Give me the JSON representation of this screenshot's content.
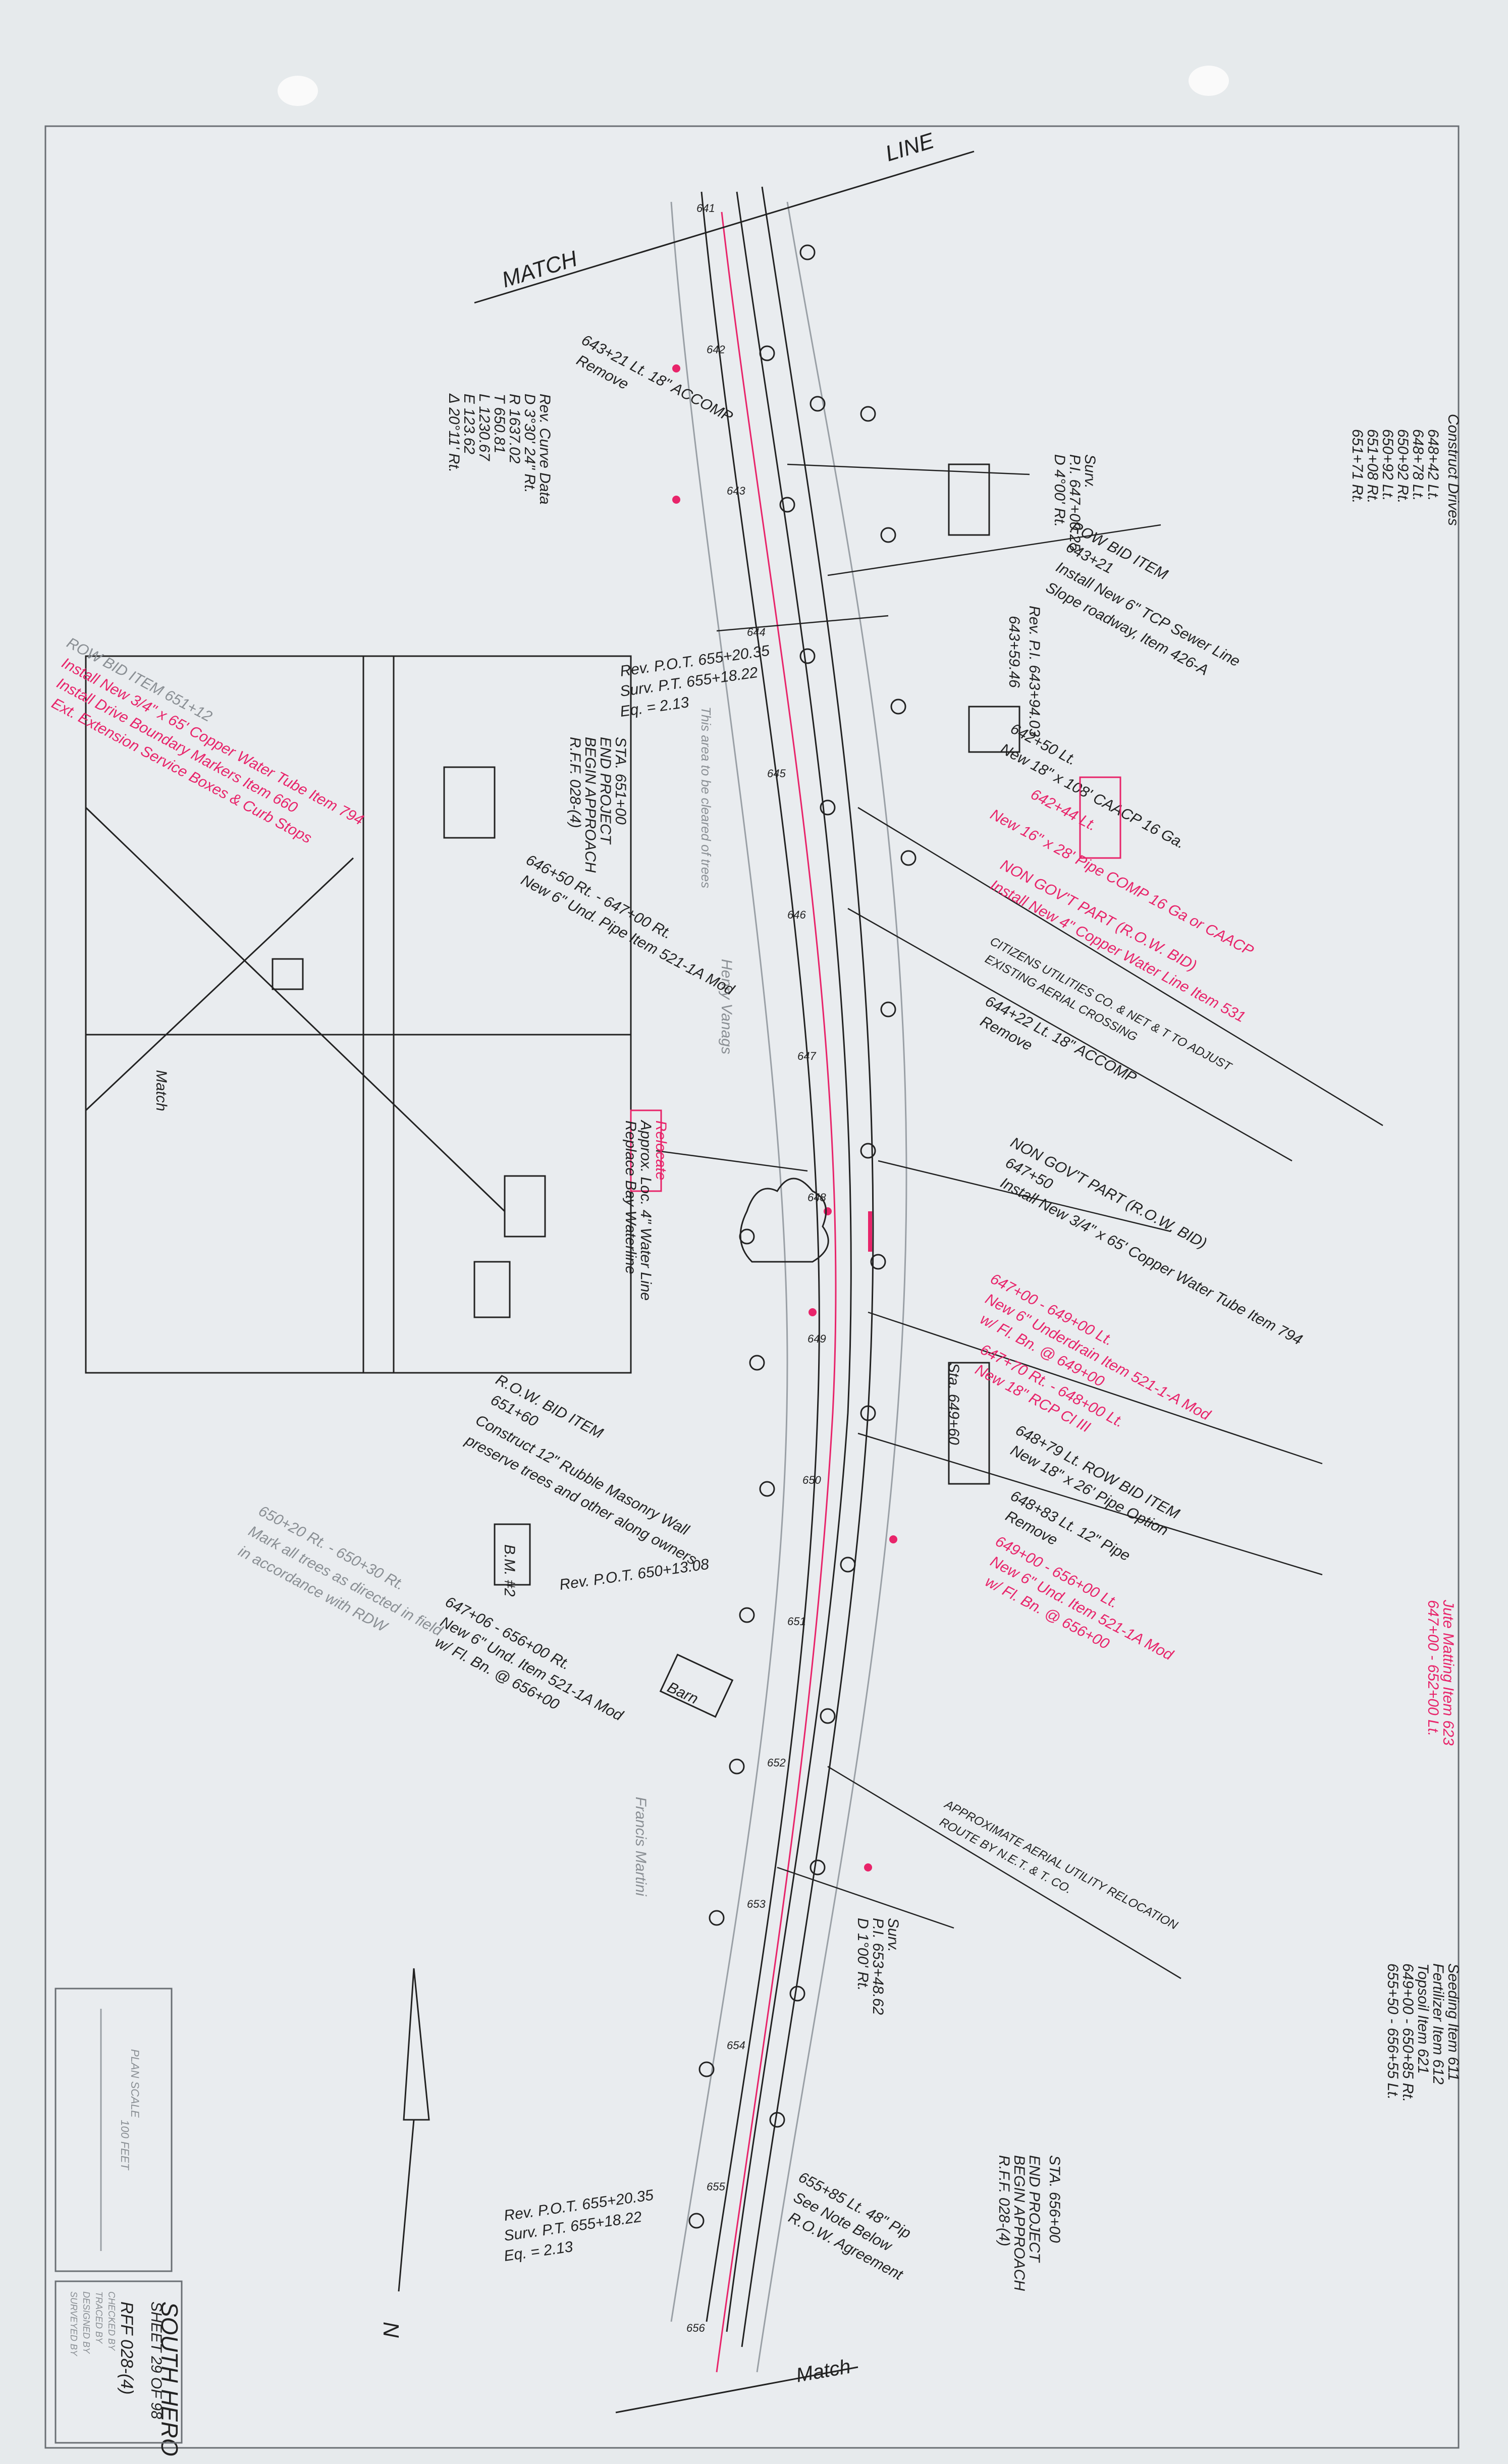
{
  "sheet": {
    "project": "SOUTH HERO",
    "project_no": "RFF 028-(4)",
    "sheet_line": "SHEET 29 OF 98",
    "plan_scale": "PLAN SCALE",
    "scale_unit": "100 FEET",
    "surveyed_by": "SURVEYED BY",
    "designed_by": "DESIGNED BY",
    "traced_by": "TRACED BY",
    "checked_by": "CHECKED BY",
    "north": "N"
  },
  "labels": {
    "match_line": "MATCH",
    "match_line2": "LINE",
    "match_bottom": "Match",
    "match_left": "Match",
    "construct_drives": "Construct Drives",
    "drives": [
      "648+42 Lt.",
      "648+78 Lt.",
      "650+92 Rt.",
      "650+92 Lt.",
      "651+08 Rt.",
      "651+71 Rt."
    ],
    "seeding": "Seeding Item 611",
    "fertilizer": "Fertilizer Item 612",
    "topsoil": "Topsoil Item 621",
    "seed_range1": "649+00 - 650+85 Rt.",
    "seed_range2": "655+50 - 656+55 Lt.",
    "jute": "Jute Matting Item 623",
    "jute_range": "647+00 - 652+00 Lt.",
    "row_bid1": "ROW BID ITEM",
    "row_bid1_sta": "643+21",
    "row_bid1_text": "Install New 6\" TCP Sewer Line",
    "row_bid1_text2": "Slope roadway, Item 426-A",
    "rev_pi": "Rev. P.I. 643+94.03",
    "rev_pi2": "643+59.46",
    "pipe1": "642+50 Lt.",
    "pipe1b": "New 18\" x 108' CAACP 16 Ga.",
    "pipe2": "642+44 Lt.",
    "pipe2b": "New 16\" x 28' Pipe COMP 16 Ga or CAACP",
    "row_bid2": "NON GOV'T PART (R.O.W. BID)",
    "row_bid2_text": "Install New 4\" Copper Water Line Item 531",
    "citizens": "CITIZENS UTILITIES CO. & NET & T TO ADJUST",
    "aerial": "EXISTING AERIAL CROSSING",
    "accomp1": "644+22 Lt. 18\" ACCOMP",
    "remove1": "Remove",
    "row_bid3": "NON GOV'T PART (R.O.W. BID)",
    "row_bid3_sta": "647+50",
    "row_bid3_text": "Install New 3/4\" x 65' Copper Water Tube Item 794",
    "pipe3": "647+00 - 649+00 Lt.",
    "pipe3b": "New 6\" Underdrain Item 521-1-A Mod",
    "pipe3c": "w/ Fl. Bn. @ 649+00",
    "pipe4": "647+70 Rt. - 648+00 Lt.",
    "pipe4b": "New 18\" RCP Cl III",
    "pipe5": "648+79 Lt. ROW BID ITEM",
    "pipe5b": "New 18\" x 26' Pipe Option",
    "pipe6": "648+83 Lt. 12\" Pipe",
    "remove2": "Remove",
    "pipe7": "649+00 - 656+00 Lt.",
    "pipe7b": "New 6\" Und. Item 521-1A Mod",
    "pipe7c": "w/ Fl. Bn. @ 656+00",
    "sta_649": "Sta. 649+60",
    "aerial_reloc": "APPROXIMATE AERIAL UTILITY RELOCATION",
    "aerial_reloc2": "ROUTE BY N.E.T. & T. CO.",
    "end_proj": "END PROJECT",
    "begin_app": "BEGIN APPROACH",
    "rff": "R.F.F. 028-(4)",
    "sta_656": "STA. 656+00",
    "rev_pot": "Rev. P.O.T. 655+20.35",
    "surv_pt": "Surv. P.T. 655+18.22",
    "eq": "Eq. = 2.13",
    "rev_pot_b": "Rev. P.O.T. 655+20.35",
    "surv_pt_b": "Surv. P.T. 655+18.22",
    "eq_b": "Eq. = 2.13",
    "underdrain": "655+85 Lt. 48\" Pip",
    "see_note": "See Note Below",
    "row_agreement": "R.O.W. Agreement",
    "rev_pot_650": "Rev. P.O.T. 650+13.08",
    "row_bid4": "R.O.W. BID ITEM",
    "row_bid4_sta": "651+60",
    "row_bid4_text": "Construct 12\" Rubble Masonry Wall",
    "row_bid4_b": "preserve trees and other along owners",
    "fence": "650+20 Rt. - 650+30 Rt.",
    "fence_b": "Mark all trees as directed in field",
    "fence_c": "in accordance with RDW",
    "pipe8": "647+06 - 656+00 Rt.",
    "pipe8b": "New 6\" Und. Item 521-1A Mod",
    "pipe8c": "w/ Fl. Bn. @ 656+00",
    "barn": "Barn",
    "owner1": "Francis Martini",
    "owner2": "Henry Vanags",
    "end_proj2": "END PROJECT",
    "begin_app2": "BEGIN APPROACH",
    "rff2": "R.F.F. 028-(4)",
    "sta_651": "STA. 651+00",
    "row_bid5": "ROW BID ITEM 651+12",
    "row_bid5_text": "Install New 3/4\" x 65' Copper Water Tube Item 794",
    "row_bid5_b": "Install Drive Boundary Markers Item 660",
    "row_bid5_c": "Ext. Extension Service Boxes & Curb Stops",
    "relocate": "Relocate",
    "relocate_b": "Approx. Loc. 4\" Water Line",
    "relocate_c": "Replace Bay Waterline",
    "pipe9": "646+50 Rt. - 647+00 Rt.",
    "pipe9b": "New 6\" Und. Pipe Item 521-1A Mod",
    "row_note": "This area to be cleared of trees",
    "accomp2": "643+21 Lt. 18\" ACCOMP",
    "remove3": "Remove",
    "curve": "Rev. Curve Data",
    "curve_d": "D 3°30' 24\" Rt.",
    "curve_r": "R 1637.02",
    "curve_t": "T 650.81",
    "curve_l": "L 1230.67",
    "curve_e": "E 123.62",
    "curve_de": "Δ 20°11' Rt.",
    "surv1": "Surv.",
    "surv1_pi": "P.I. 647+00.25",
    "surv1_d": "D 4°00' Rt.",
    "surv2": "Surv.",
    "surv2_pi": "P.I. 653+48.62",
    "surv2_d": "D 1°00' Rt.",
    "row_bid_sign": "B.M. #2",
    "sta_col_left": [
      "641",
      "642",
      "643",
      "644",
      "645",
      "646",
      "647",
      "648",
      "649",
      "650",
      "651",
      "652",
      "653",
      "654",
      "655",
      "656"
    ]
  }
}
